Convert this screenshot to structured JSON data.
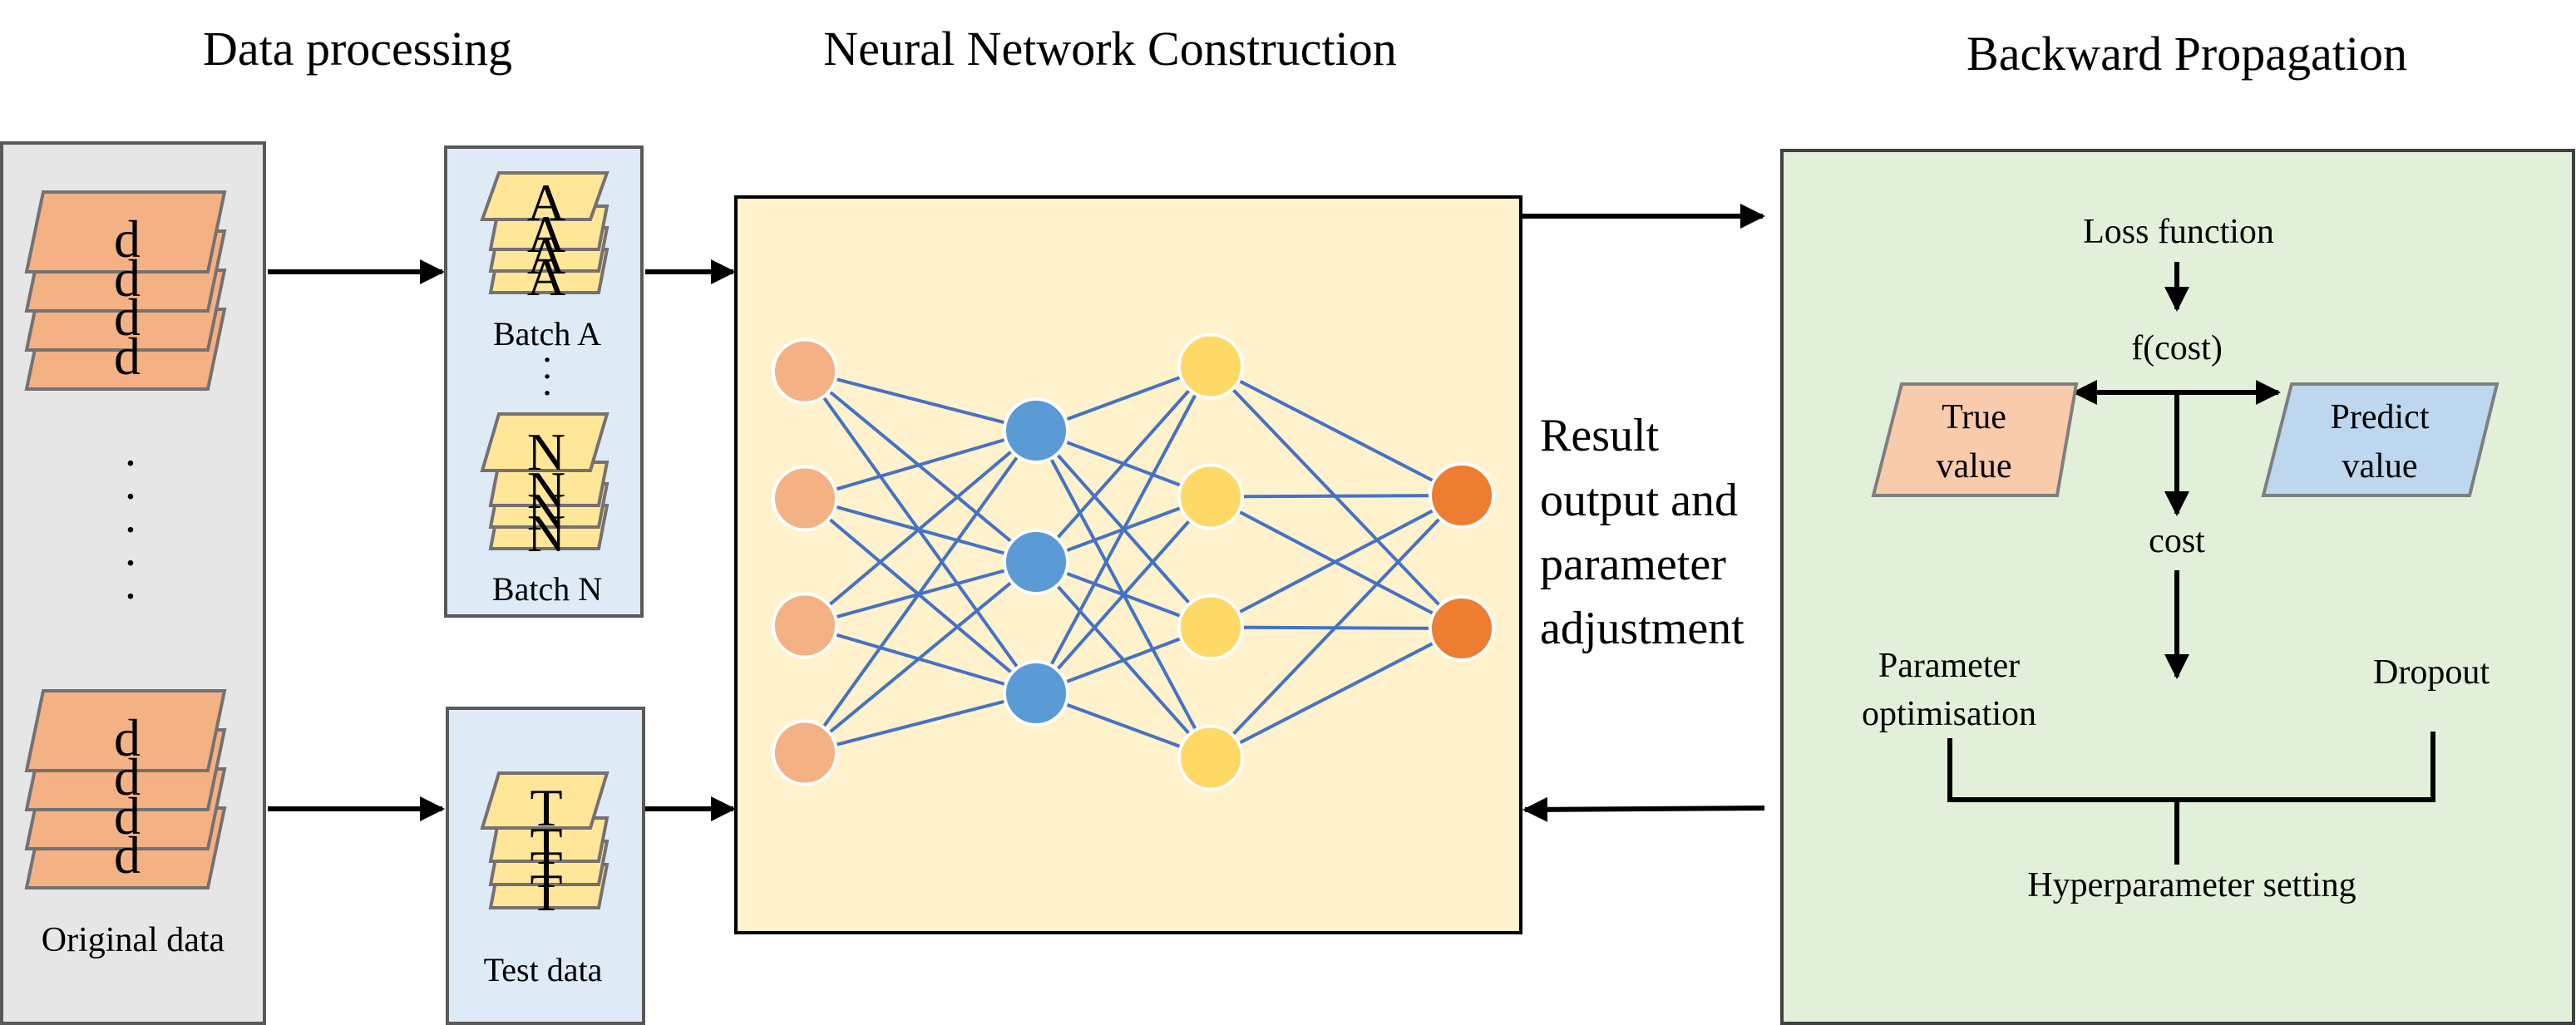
{
  "headers": {
    "data_processing": "Data processing",
    "network_construction": "Neural Network Construction",
    "backward_propagation": "Backward Propagation"
  },
  "original_data": {
    "label": "Original data",
    "sheet_letter": "d",
    "ellipsis": "·"
  },
  "batches": {
    "batch_a": {
      "letter": "A",
      "label": "Batch A"
    },
    "batch_n": {
      "letter": "N",
      "label": "Batch N"
    },
    "ellipsis": "·"
  },
  "test_data": {
    "letter": "T",
    "label": "Test data"
  },
  "network": {
    "layers": [
      4,
      3,
      4,
      2
    ]
  },
  "result_text": [
    "Result",
    "output and",
    "parameter",
    "adjustment"
  ],
  "backprop": {
    "loss_function": "Loss function",
    "f_cost": "f(cost)",
    "true_value": [
      "True",
      "value"
    ],
    "predict_value": [
      "Predict",
      "value"
    ],
    "cost": "cost",
    "parameter_optimisation": [
      "Parameter",
      "optimisation"
    ],
    "dropout": "Dropout",
    "hyperparameter_setting": "Hyperparameter setting"
  },
  "colors": {
    "gray_panel": "#e6e6e6",
    "blue_panel": "#deebf7",
    "yellow_panel": "#fff2cc",
    "green_panel": "#e2f0d9",
    "orange_sheet": "#f4b183",
    "yellow_sheet": "#ffe699",
    "node_input": "#f4b183",
    "node_hidden1": "#5b9bd5",
    "node_hidden2": "#ffd966",
    "node_output": "#ed7d31",
    "edge": "#4472c4",
    "true_box": "#f8cbad",
    "predict_box": "#bdd7ee"
  }
}
